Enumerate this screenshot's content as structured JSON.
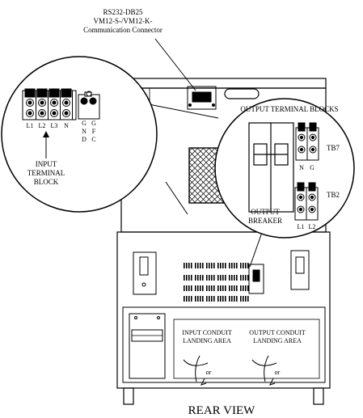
{
  "connector_label": {
    "line1": "RS232-DB25",
    "line2": "VM12-S-/VM12-K-",
    "line3": "Communication Connector"
  },
  "input_block": {
    "terminals": [
      "L1",
      "L2",
      "L3",
      "N"
    ],
    "ground_top": [
      "G",
      "G"
    ],
    "ground_mid": [
      "N",
      "F"
    ],
    "ground_bot": [
      "D",
      "C"
    ],
    "label_line1": "INPUT",
    "label_line2": "TERMINAL",
    "label_line3": "BLOCK"
  },
  "output_panel": {
    "title": "OUTPUT TERMINAL BLOCKS",
    "tb7": "TB7",
    "tb2": "TB2",
    "tb7_terminals": [
      "N",
      "G"
    ],
    "tb2_terminals": [
      "L1",
      "L2"
    ],
    "breaker_line1": "OUTPUT",
    "breaker_line2": "BREAKER"
  },
  "conduit": {
    "input_line1": "INPUT CONDUIT",
    "input_line2": "LANDING AREA",
    "output_line1": "OUTPUT CONDUIT",
    "output_line2": "LANDING AREA",
    "or_left": "or",
    "or_right": "or"
  },
  "view_title": "REAR VIEW"
}
